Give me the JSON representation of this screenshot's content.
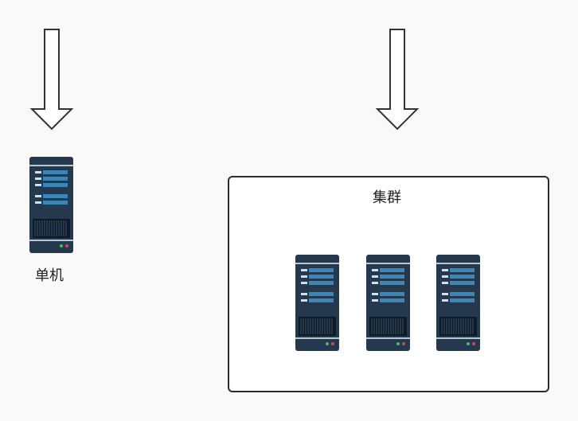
{
  "standalone": {
    "label": "单机",
    "icon": "server-icon"
  },
  "cluster": {
    "label": "集群",
    "node_count": 3,
    "icon": "server-icon"
  },
  "colors": {
    "background": "#f9f9f9",
    "server_body": "#24394d",
    "server_panel": "#3d86b8",
    "led_green": "#3fbf5f",
    "led_red": "#d9435a"
  }
}
